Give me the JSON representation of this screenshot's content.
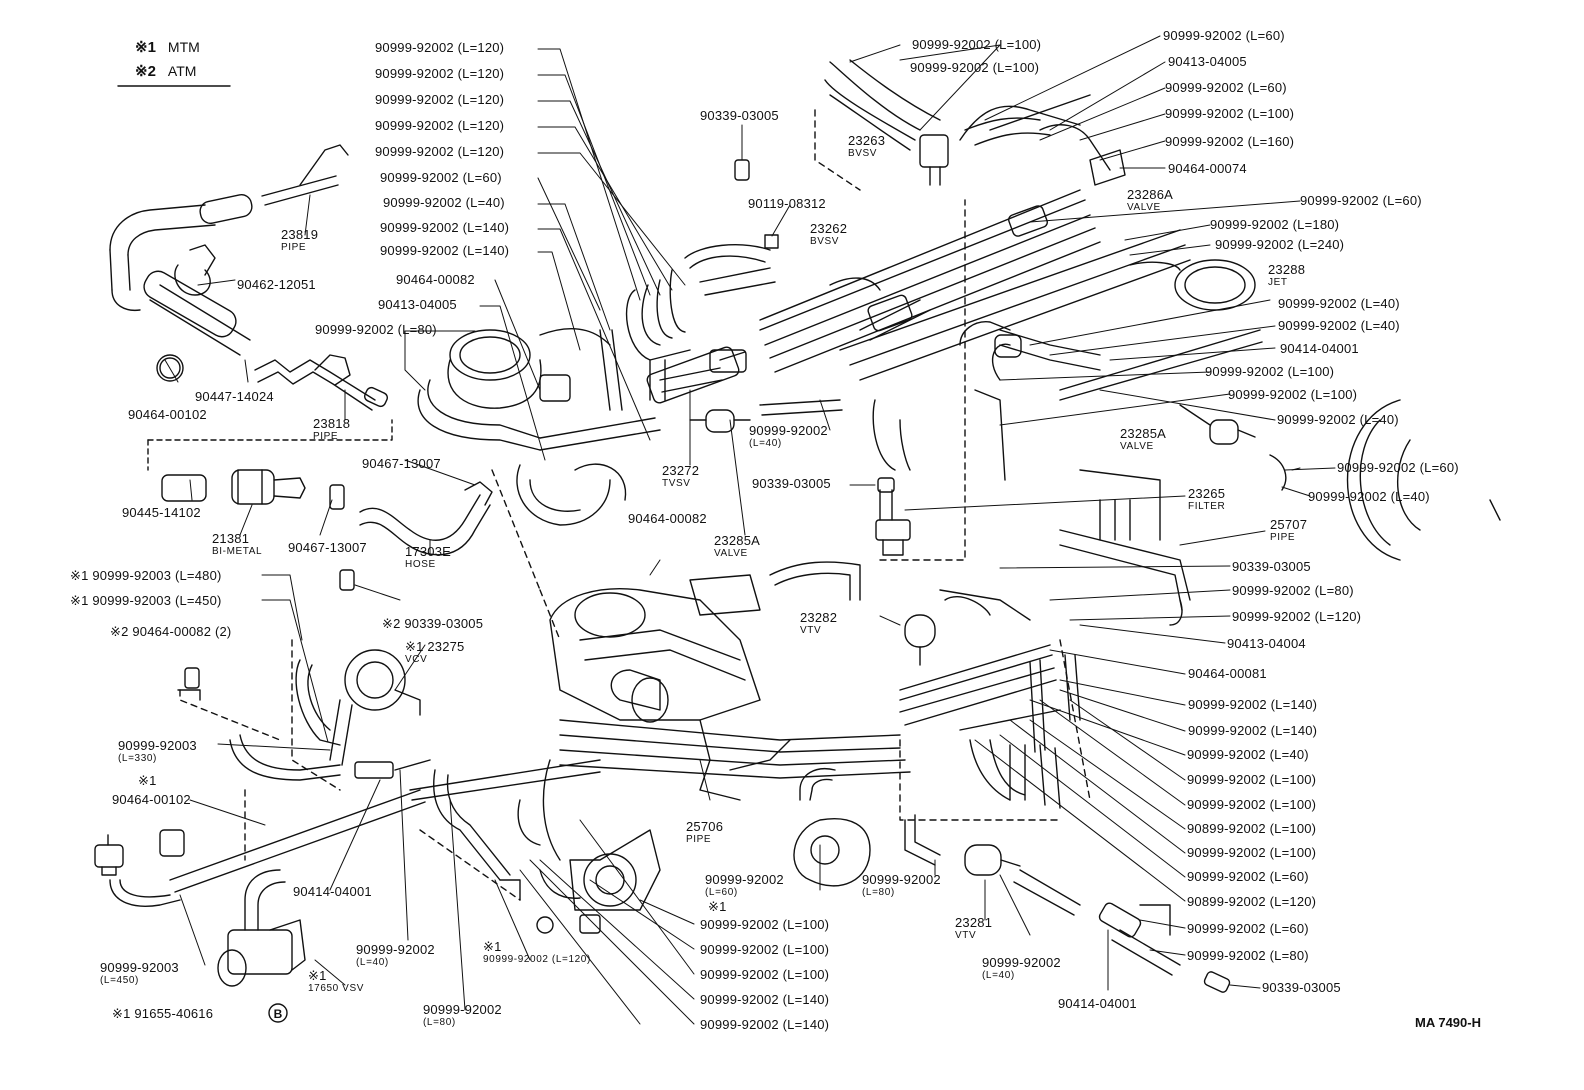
{
  "diagram": {
    "legend": [
      {
        "mark": "※1",
        "desc": "MTM"
      },
      {
        "mark": "※2",
        "desc": "ATM"
      }
    ],
    "reference_code": "MA 7490-H",
    "callouts": [
      {
        "id": "c1",
        "text": "90999-92002 (L=120)"
      },
      {
        "id": "c2",
        "text": "90999-92002 (L=120)"
      },
      {
        "id": "c3",
        "text": "90999-92002 (L=120)"
      },
      {
        "id": "c4",
        "text": "90999-92002 (L=120)"
      },
      {
        "id": "c5",
        "text": "90999-92002 (L=120)"
      },
      {
        "id": "c6",
        "text": "90999-92002 (L=60)"
      },
      {
        "id": "c7",
        "text": "90999-92002 (L=40)"
      },
      {
        "id": "c8",
        "text": "90999-92002 (L=140)"
      },
      {
        "id": "c9",
        "text": "90999-92002 (L=140)"
      },
      {
        "id": "c10",
        "text": "90464-00082"
      },
      {
        "id": "c11",
        "text": "90413-04005"
      },
      {
        "id": "c12",
        "text": "90999-92002 (L=80)"
      },
      {
        "id": "c13",
        "text": "90339-03005"
      },
      {
        "id": "c14",
        "text": "90119-08312"
      },
      {
        "id": "c15",
        "text": "23263",
        "sub": "BVSV"
      },
      {
        "id": "c16",
        "text": "23262",
        "sub": "BVSV"
      },
      {
        "id": "c17",
        "text": "90999-92002 (L=100)"
      },
      {
        "id": "c18",
        "text": "90999-92002 (L=100)"
      },
      {
        "id": "c19",
        "text": "90999-92002 (L=60)"
      },
      {
        "id": "c20",
        "text": "90413-04005"
      },
      {
        "id": "c21",
        "text": "90999-92002 (L=60)"
      },
      {
        "id": "c22",
        "text": "90999-92002 (L=100)"
      },
      {
        "id": "c23",
        "text": "90999-92002 (L=160)"
      },
      {
        "id": "c24",
        "text": "90464-00074"
      },
      {
        "id": "c25",
        "text": "23286A",
        "sub": "VALVE"
      },
      {
        "id": "c26",
        "text": "90999-92002 (L=60)"
      },
      {
        "id": "c27",
        "text": "90999-92002 (L=180)"
      },
      {
        "id": "c28",
        "text": "90999-92002 (L=240)"
      },
      {
        "id": "c29",
        "text": "23288",
        "sub": "JET"
      },
      {
        "id": "c30",
        "text": "90999-92002 (L=40)"
      },
      {
        "id": "c31",
        "text": "90999-92002 (L=40)"
      },
      {
        "id": "c32",
        "text": "90414-04001"
      },
      {
        "id": "c33",
        "text": "90999-92002 (L=100)"
      },
      {
        "id": "c34",
        "text": "90999-92002 (L=100)"
      },
      {
        "id": "c35",
        "text": "90999-92002 (L=40)"
      },
      {
        "id": "c36",
        "text": "23285A",
        "sub": "VALVE"
      },
      {
        "id": "c37",
        "text": "90999-92002 (L=60)"
      },
      {
        "id": "c38",
        "text": "90999-92002 (L=40)"
      },
      {
        "id": "c39",
        "text": "23265",
        "sub": "FILTER"
      },
      {
        "id": "c40",
        "text": "25707",
        "sub": "PIPE"
      },
      {
        "id": "c41",
        "text": "90339-03005"
      },
      {
        "id": "c42",
        "text": "90999-92002 (L=80)"
      },
      {
        "id": "c43",
        "text": "90999-92002 (L=120)"
      },
      {
        "id": "c44",
        "text": "90413-04004"
      },
      {
        "id": "c45",
        "text": "90464-00081"
      },
      {
        "id": "c46",
        "text": "90999-92002 (L=140)"
      },
      {
        "id": "c47",
        "text": "90999-92002 (L=140)"
      },
      {
        "id": "c48",
        "text": "90999-92002 (L=40)"
      },
      {
        "id": "c49",
        "text": "90999-92002 (L=100)"
      },
      {
        "id": "c50",
        "text": "90999-92002 (L=100)"
      },
      {
        "id": "c51",
        "text": "90899-92002 (L=100)"
      },
      {
        "id": "c52",
        "text": "90999-92002 (L=100)"
      },
      {
        "id": "c53",
        "text": "90999-92002 (L=60)"
      },
      {
        "id": "c54",
        "text": "90899-92002 (L=120)"
      },
      {
        "id": "c55",
        "text": "90999-92002 (L=60)"
      },
      {
        "id": "c56",
        "text": "90999-92002 (L=80)"
      },
      {
        "id": "c57",
        "text": "90339-03005"
      },
      {
        "id": "c58",
        "text": "23819",
        "sub": "PIPE"
      },
      {
        "id": "c59",
        "text": "90462-12051"
      },
      {
        "id": "c60",
        "text": "90447-14024"
      },
      {
        "id": "c61",
        "text": "90464-00102"
      },
      {
        "id": "c62",
        "text": "23818",
        "sub": "PIPE"
      },
      {
        "id": "c63",
        "text": "90467-13007"
      },
      {
        "id": "c64",
        "text": "90445-14102"
      },
      {
        "id": "c65",
        "text": "21381",
        "sub": "BI-METAL"
      },
      {
        "id": "c66",
        "text": "90467-13007"
      },
      {
        "id": "c67",
        "text": "17303E",
        "sub": "HOSE"
      },
      {
        "id": "c68",
        "text": "※1  90999-92003 (L=480)"
      },
      {
        "id": "c69",
        "text": "※1  90999-92003 (L=450)"
      },
      {
        "id": "c70",
        "text": "※2 90464-00082 (2)"
      },
      {
        "id": "c71",
        "text": "※2 90339-03005"
      },
      {
        "id": "c72",
        "text": "※1 23275",
        "sub": "VCV"
      },
      {
        "id": "c73",
        "text": "23272",
        "sub": "TVSV"
      },
      {
        "id": "c74",
        "text": "90464-00082"
      },
      {
        "id": "c75",
        "text": "23285A",
        "sub": "VALVE"
      },
      {
        "id": "c76",
        "text": "90999-92002",
        "sub": "(L=40)"
      },
      {
        "id": "c77",
        "text": "90339-03005"
      },
      {
        "id": "c78",
        "text": "23282",
        "sub": "VTV"
      },
      {
        "id": "c79",
        "text": "90999-92003",
        "sub": "(L=330)"
      },
      {
        "id": "c80",
        "text": "※1"
      },
      {
        "id": "c81",
        "text": "90464-00102"
      },
      {
        "id": "c82",
        "text": "90414-04001"
      },
      {
        "id": "c83",
        "text": "90999-92003",
        "sub": "(L=450)"
      },
      {
        "id": "c84",
        "text": "※1",
        "sub": "17650 VSV"
      },
      {
        "id": "c85",
        "text": "※1  91655-40616"
      },
      {
        "id": "c86",
        "text": "90999-92002",
        "sub": "(L=40)"
      },
      {
        "id": "c87",
        "text": "※1",
        "sub": "90999-92002 (L=120)"
      },
      {
        "id": "c88",
        "text": "90999-92002",
        "sub": "(L=80)"
      },
      {
        "id": "c89",
        "text": "25706",
        "sub": "PIPE"
      },
      {
        "id": "c90",
        "text": "90999-92002",
        "sub": "(L=60)"
      },
      {
        "id": "c91",
        "text": "※1"
      },
      {
        "id": "c92",
        "text": "90999-92002 (L=100)"
      },
      {
        "id": "c93",
        "text": "90999-92002 (L=100)"
      },
      {
        "id": "c94",
        "text": "90999-92002 (L=100)"
      },
      {
        "id": "c95",
        "text": "90999-92002 (L=140)"
      },
      {
        "id": "c96",
        "text": "90999-92002 (L=140)"
      },
      {
        "id": "c97",
        "text": "90999-92002",
        "sub": "(L=80)"
      },
      {
        "id": "c98",
        "text": "23281",
        "sub": "VTV"
      },
      {
        "id": "c99",
        "text": "90999-92002",
        "sub": "(L=40)"
      },
      {
        "id": "c100",
        "text": "90414-04001"
      }
    ],
    "circled_mark": "B"
  }
}
